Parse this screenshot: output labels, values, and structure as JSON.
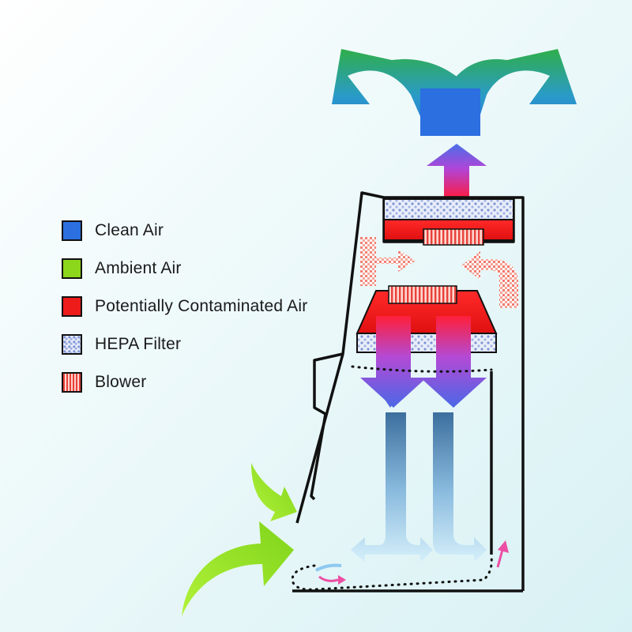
{
  "legend": {
    "items": [
      {
        "key": "clean",
        "label": "Clean Air",
        "color": "#2b6fe0"
      },
      {
        "key": "ambient",
        "label": "Ambient Air",
        "color": "#8cd61b"
      },
      {
        "key": "contaminated",
        "label": "Potentially Contaminated Air",
        "color": "#ee1b1b"
      },
      {
        "key": "filter",
        "label": "HEPA Filter",
        "color": "#8ea2dd"
      },
      {
        "key": "blower",
        "label": "Blower",
        "color": "#e8413b"
      }
    ]
  },
  "colors": {
    "cabinet_outline": "#111111",
    "clean_air": "#2b6fe0",
    "exhaust_green": "#2fae4a",
    "ambient_air": "#8cd61b",
    "contaminated_air": "#ee1b1b",
    "downflow_purple": "#9a55d8",
    "light_blue": "#bfe6fb",
    "pink_air": "#ec4fa4"
  }
}
